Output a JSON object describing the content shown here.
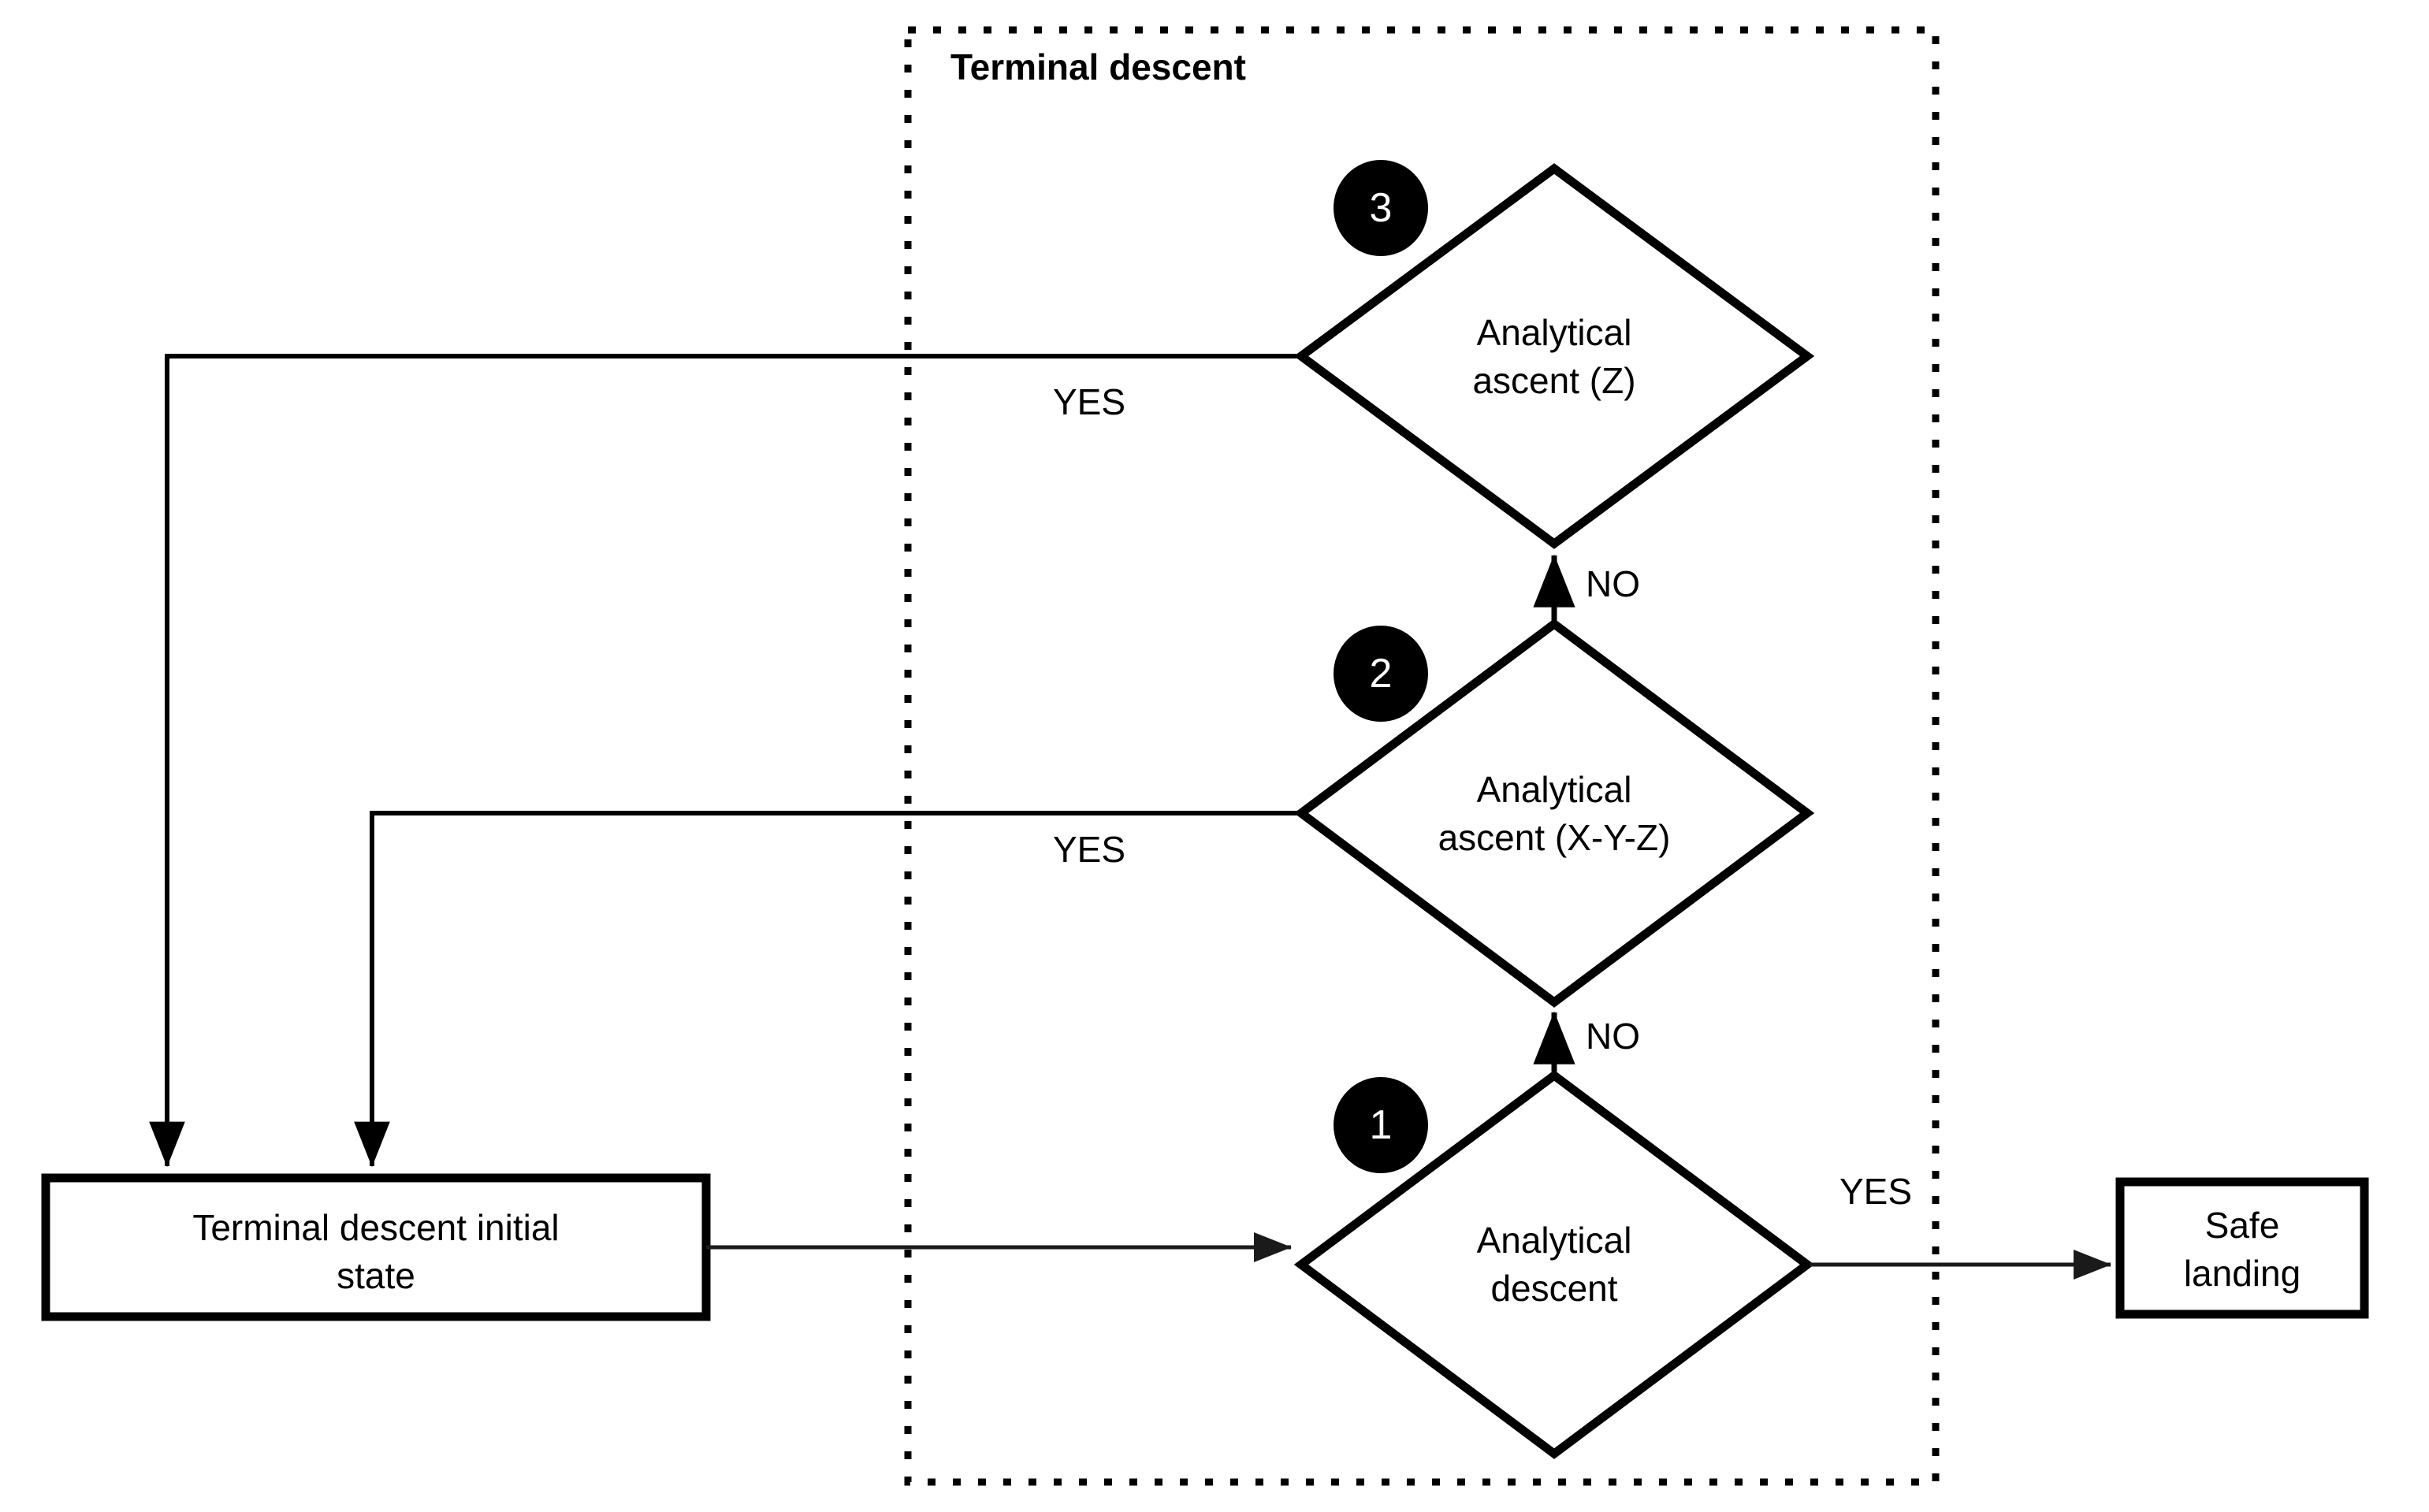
{
  "diagram": {
    "title_group": "Terminal descent",
    "colors": {
      "stroke": "#000000",
      "background": "#ffffff",
      "badge_fill": "#000000",
      "badge_text": "#ffffff",
      "thin_edge": "#1a1a1a"
    },
    "nodes": {
      "initial_state": {
        "label": "Terminal descent initial\nstate",
        "shape": "rectangle"
      },
      "safe_landing": {
        "label": "Safe\nlanding",
        "shape": "rectangle"
      },
      "decision_1": {
        "label": "Analytical\ndescent",
        "shape": "diamond",
        "badge": "1"
      },
      "decision_2": {
        "label": "Analytical\nascent (X-Y-Z)",
        "shape": "diamond",
        "badge": "2"
      },
      "decision_3": {
        "label": "Analytical\nascent (Z)",
        "shape": "diamond",
        "badge": "3"
      }
    },
    "edge_labels": {
      "d1_yes": "YES",
      "d1_no": "NO",
      "d2_yes": "YES",
      "d2_no": "NO",
      "d3_yes": "YES"
    }
  }
}
